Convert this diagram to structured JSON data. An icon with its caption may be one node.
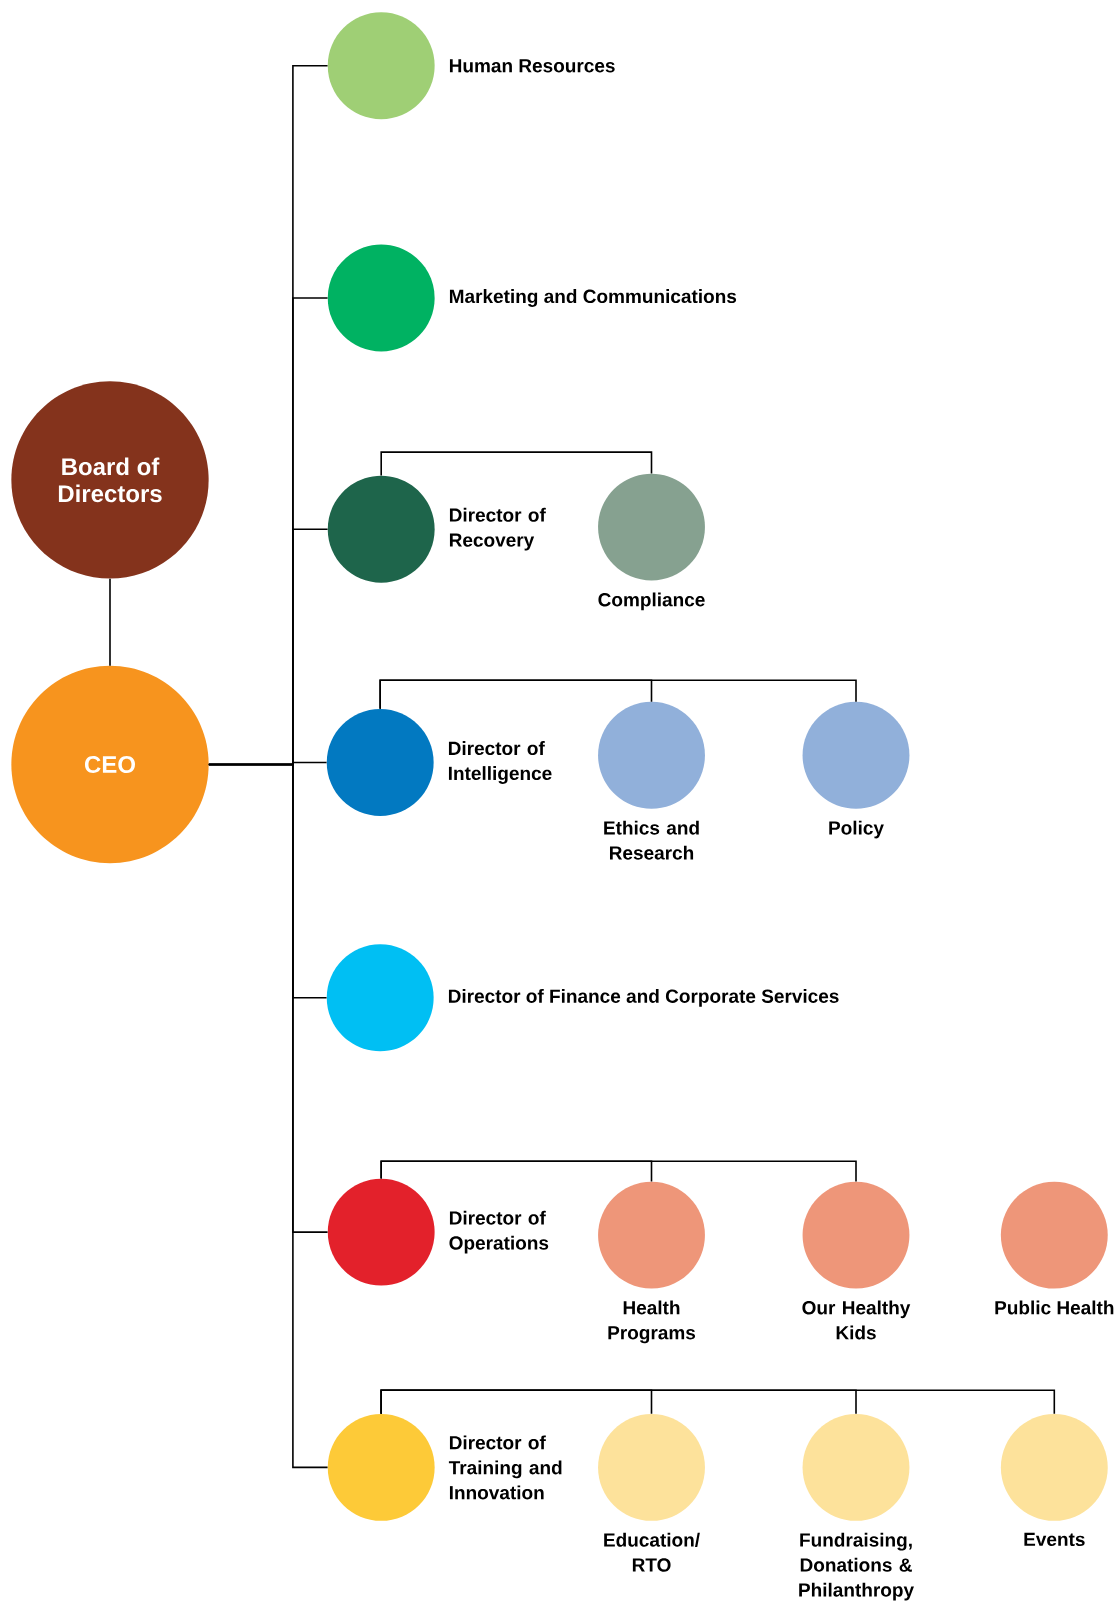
{
  "diagram": {
    "nodes": [
      {
        "text": [
          "Board of Directors"
        ]
      },
      {
        "text": [
          "CEO"
        ]
      },
      {
        "text": [
          "Human Resources"
        ]
      },
      {
        "text": [
          "Marketing and Communications"
        ]
      },
      {
        "text": [
          "Director of Recovery"
        ]
      },
      {
        "text": [
          "Compliance"
        ]
      },
      {
        "text": [
          "Director of Intelligence"
        ]
      },
      {
        "text": [
          "Ethics and Research"
        ]
      },
      {
        "text": [
          "Policy"
        ]
      },
      {
        "text": [
          "Director of Finance and Corporate Services"
        ]
      },
      {
        "text": [
          "Director of Operations"
        ]
      },
      {
        "text": [
          "Health Programs"
        ]
      },
      {
        "text": [
          "Our Healthy Kids"
        ]
      },
      {
        "text": [
          "Public Health"
        ]
      },
      {
        "text": [
          "Director of Training and Innovation"
        ]
      },
      {
        "text": [
          "Education/ RTO"
        ]
      },
      {
        "text": [
          "Fundraising, Donations & Philanthropy"
        ]
      },
      {
        "text": [
          "Events"
        ]
      }
    ],
    "edges": [
      {
        "from": 0,
        "to": 1,
        "arrow": "none"
      },
      {
        "from": 1,
        "to": 2,
        "arrow": "none"
      },
      {
        "from": 1,
        "to": 3,
        "arrow": "none"
      },
      {
        "from": 1,
        "to": 4,
        "arrow": "none"
      },
      {
        "from": 1,
        "to": 6,
        "arrow": "none"
      },
      {
        "from": 1,
        "to": 9,
        "arrow": "none"
      },
      {
        "from": 1,
        "to": 10,
        "arrow": "none"
      },
      {
        "from": 1,
        "to": 14,
        "arrow": "none"
      },
      {
        "from": 4,
        "to": 5,
        "arrow": "none"
      },
      {
        "from": 6,
        "to": 7,
        "arrow": "none"
      },
      {
        "from": 6,
        "to": 8,
        "arrow": "none"
      },
      {
        "from": 10,
        "to": 11,
        "arrow": "none"
      },
      {
        "from": 10,
        "to": 12,
        "arrow": "none"
      },
      {
        "from": 14,
        "to": 15,
        "arrow": "none"
      },
      {
        "from": 14,
        "to": 16,
        "arrow": "none"
      },
      {
        "from": 14,
        "to": 17,
        "arrow": "none"
      }
    ]
  }
}
